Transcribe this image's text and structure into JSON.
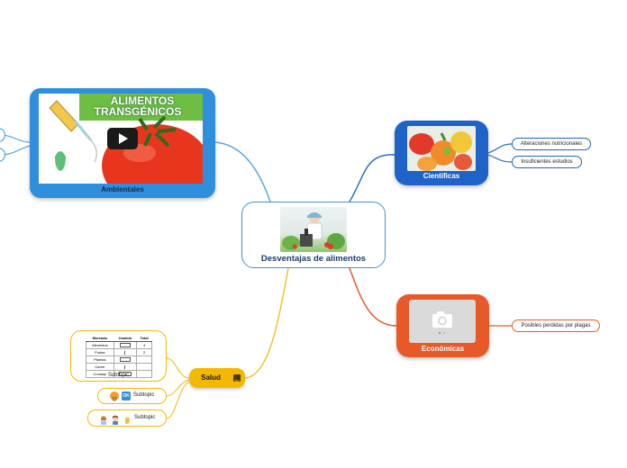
{
  "central": {
    "label": "Desventajas de alimentos"
  },
  "ambientales": {
    "label": "Ambientales",
    "video_title_line1": "ALIMENTOS",
    "video_title_line2": "TRANSGÉNICOS"
  },
  "cientificas": {
    "label": "Cientificas",
    "subtopics": [
      "Alteraciones nutricionales",
      "Insuficientes estudios"
    ]
  },
  "economicas": {
    "label": "Económicas",
    "subtopics": [
      "Posibles perdidas por plagas"
    ]
  },
  "salud": {
    "label": "Salud",
    "subtopics": [
      {
        "label": "Subtopic",
        "table": {
          "headers": [
            "Mercado",
            "Cambio",
            "Total"
          ],
          "rows": [
            [
              "Alimentos",
              "",
              "4"
            ],
            [
              "Frutas",
              "",
              "2"
            ],
            [
              "Plantas",
              "",
              ""
            ],
            [
              "Carne",
              "",
              ""
            ],
            [
              "Consejo",
              "",
              ""
            ]
          ]
        }
      },
      {
        "label": "Subtopic",
        "badge": "OK"
      },
      {
        "label": "Subtopic"
      }
    ]
  },
  "colors": {
    "central_border": "#4a90c8",
    "ambientales": "#2f8fdc",
    "cientificas": "#1f63c8",
    "economicas": "#e8592a",
    "salud": "#f5b800",
    "link_blue": "#3a9ad6",
    "link_orange": "#e86a3a",
    "link_yellow": "#f2c231"
  }
}
